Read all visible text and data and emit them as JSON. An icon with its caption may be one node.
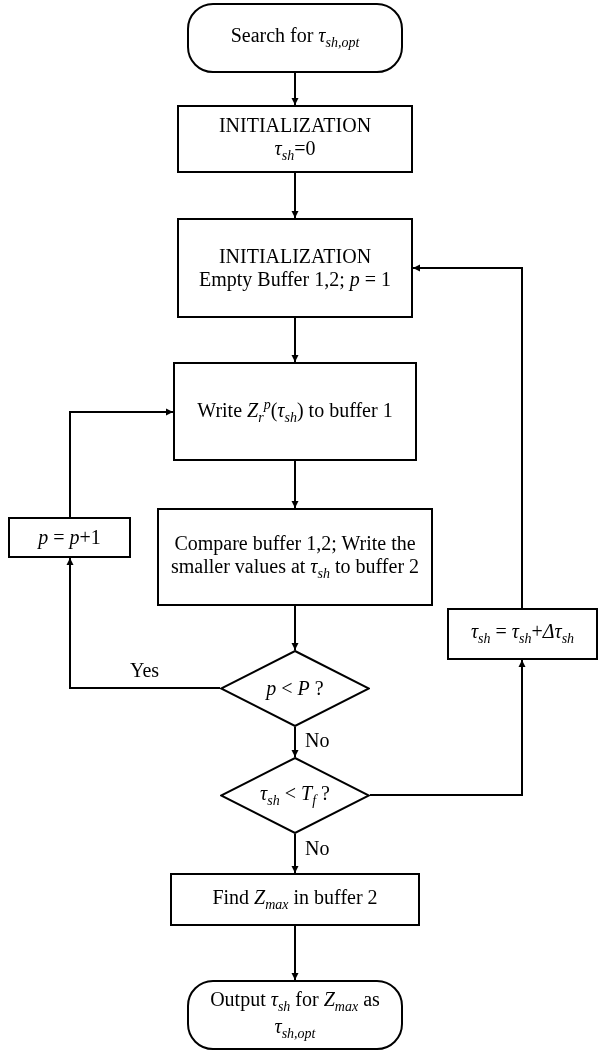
{
  "diagram": {
    "nodes": [
      {
        "text": [
          "Search for *τ*$_{sh,opt}$"
        ]
      },
      {
        "text": [
          "INITIALIZATION",
          "*τ*$_{sh}$=0"
        ]
      },
      {
        "text": [
          "INITIALIZATION",
          "Empty Buffer 1,2; *p* = 1"
        ]
      },
      {
        "text": [
          "Write *Z*$_{r}$$^{p}$(*τ*$_{sh}$) to buffer 1"
        ]
      },
      {
        "text": [
          "Compare buffer 1,2; Write the smaller values at *τ*$_{sh}$ to buffer 2"
        ]
      },
      {
        "text": [
          "*p* = *p*+1"
        ]
      },
      {
        "text": [
          "*p* < *P* ?"
        ]
      },
      {
        "text": [
          "*τ*$_{sh}$ < *T*$_{f}$ ?"
        ]
      },
      {
        "text": [
          "*τ*$_{sh}$ = *τ*$_{sh}$+*Δτ*$_{sh}$"
        ]
      },
      {
        "text": [
          "Find *Z*$_{max}$ in buffer 2"
        ]
      },
      {
        "text": [
          "Output *τ*$_{sh}$ for *Z*$_{max}$ as *τ*$_{sh,opt}$"
        ]
      }
    ],
    "edges": [
      {
        "from": 0,
        "to": 1,
        "arrow": "to"
      },
      {
        "from": 1,
        "to": 2,
        "arrow": "to"
      },
      {
        "from": 2,
        "to": 3,
        "arrow": "to"
      },
      {
        "from": 3,
        "to": 4,
        "arrow": "to"
      },
      {
        "from": 4,
        "to": 6,
        "arrow": "to"
      },
      {
        "from": 6,
        "to": 5,
        "arrow": "to",
        "label": "Yes"
      },
      {
        "from": 5,
        "to": 3,
        "arrow": "to"
      },
      {
        "from": 6,
        "to": 7,
        "arrow": "to",
        "label": "No"
      },
      {
        "from": 7,
        "to": 8,
        "arrow": "to"
      },
      {
        "from": 8,
        "to": 2,
        "arrow": "to"
      },
      {
        "from": 7,
        "to": 9,
        "arrow": "to",
        "label": "No"
      },
      {
        "from": 9,
        "to": 10,
        "arrow": "to"
      }
    ]
  }
}
